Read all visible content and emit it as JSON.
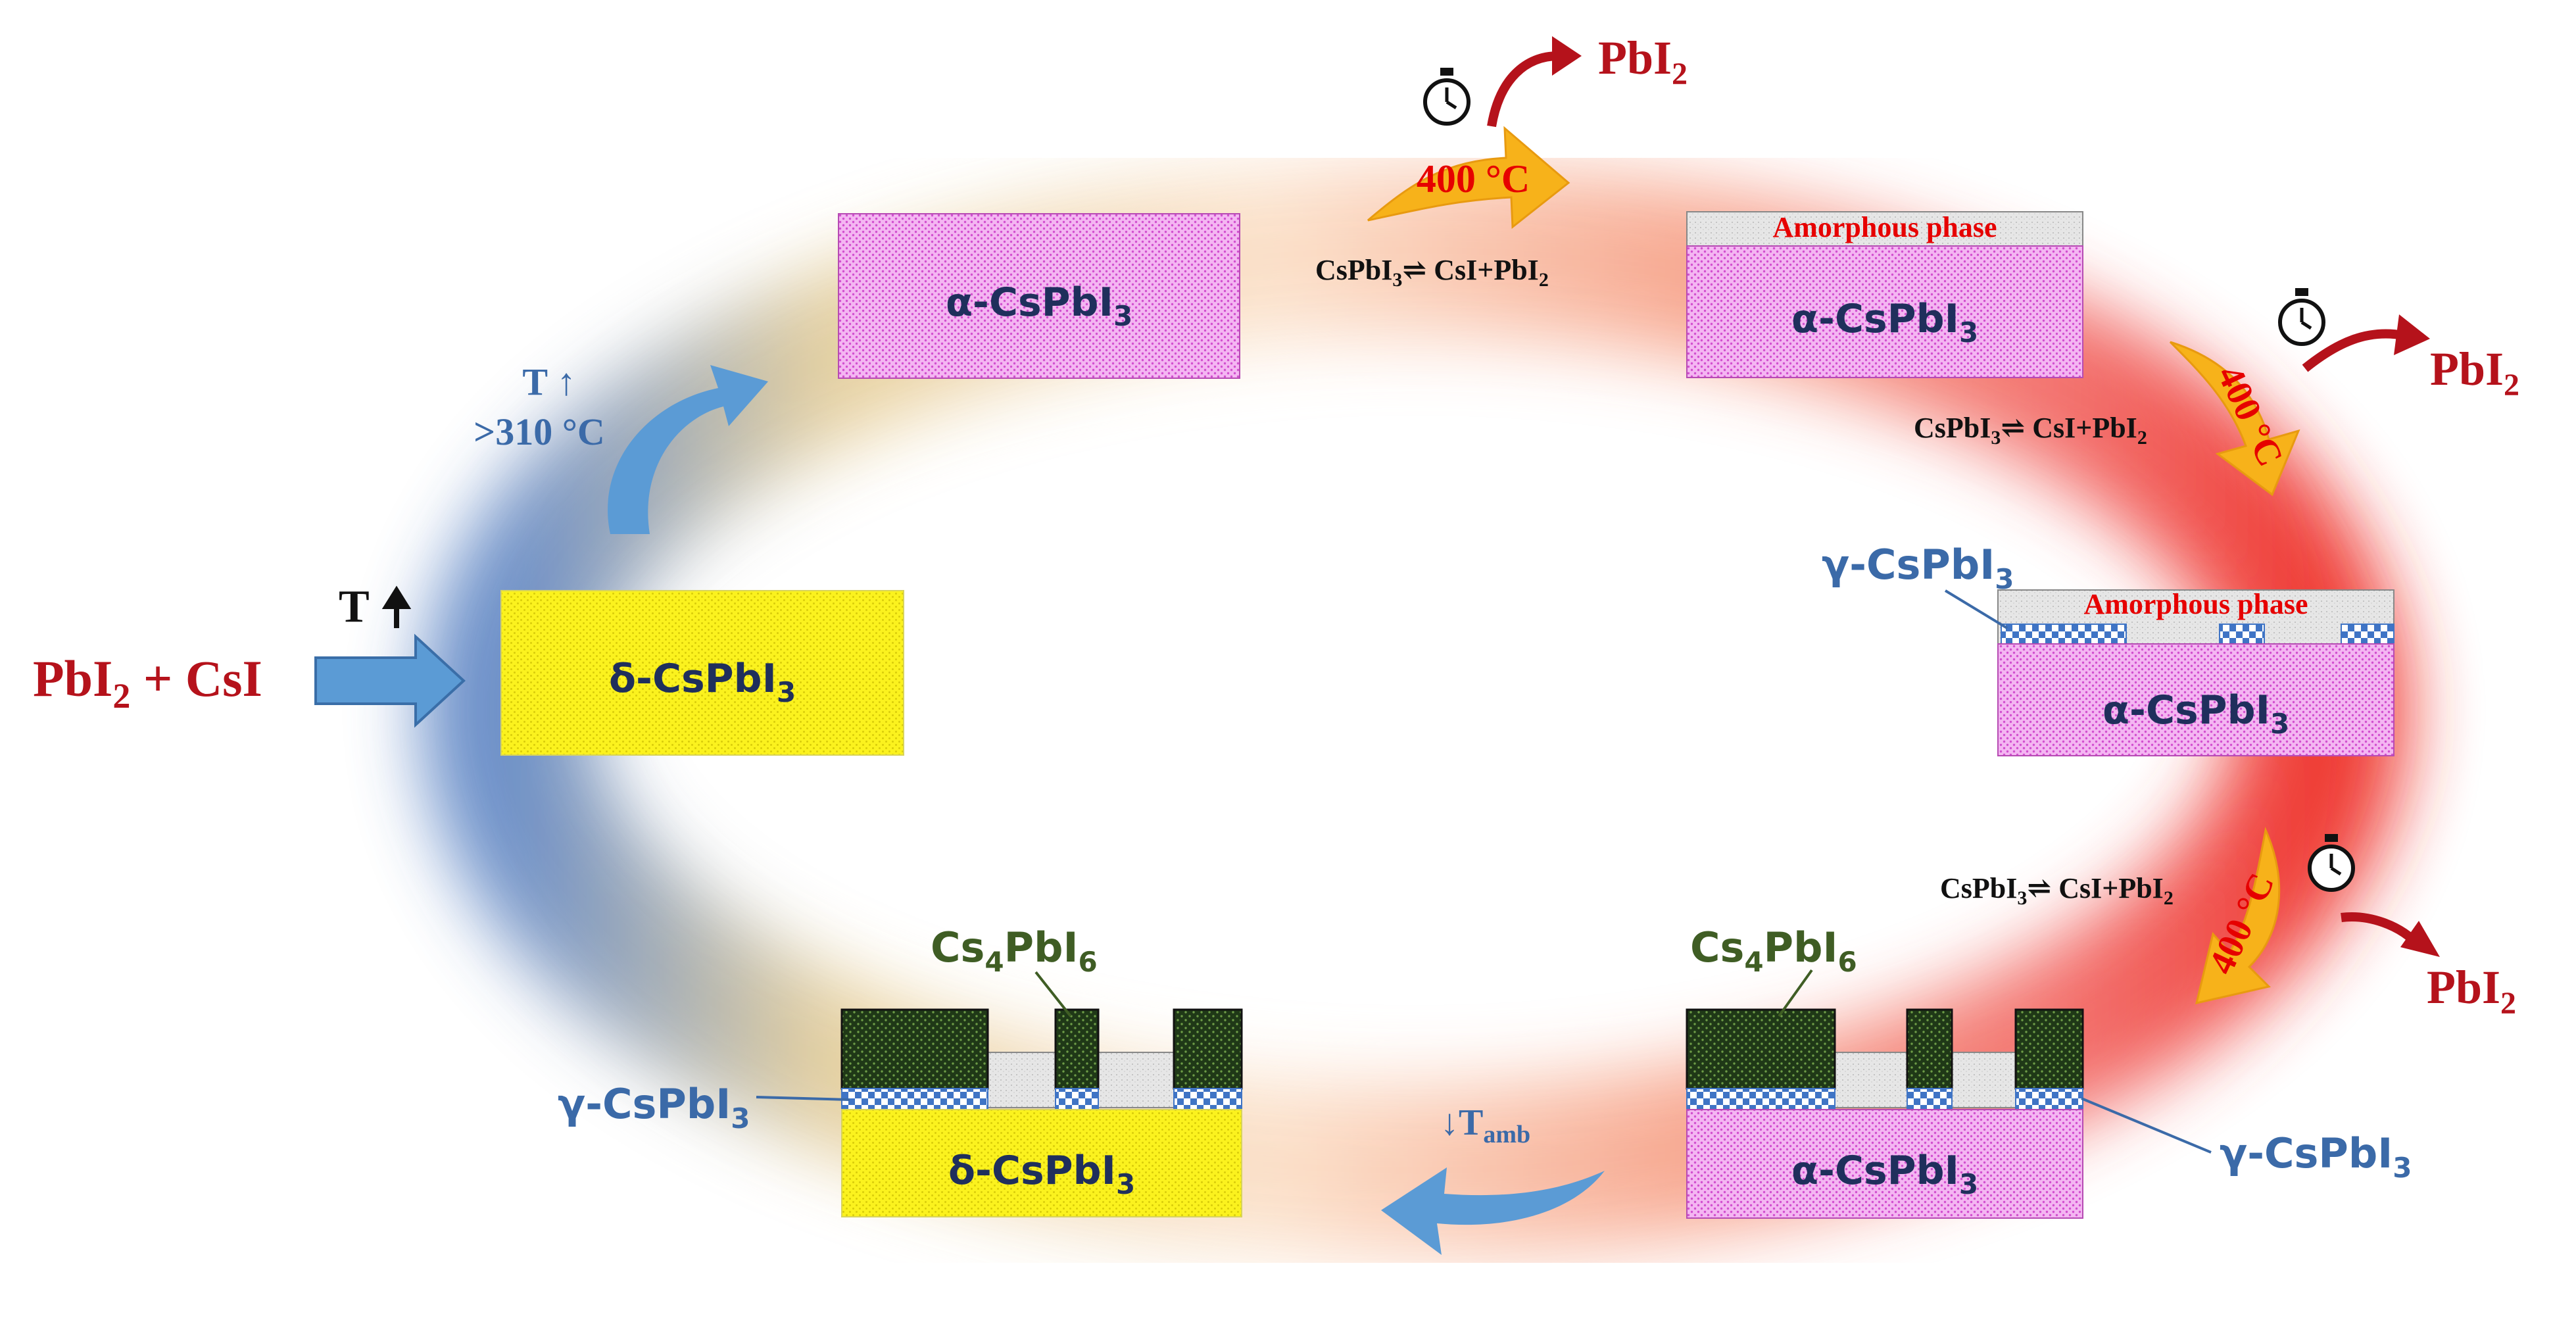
{
  "colors": {
    "red_text": "#b5121b",
    "blue_text": "#3b6aa8",
    "navy_text": "#1f2f5c",
    "green_text": "#3f5d24",
    "orange_arrow": "#f7b21a",
    "blue_arrow": "#5b9bd5",
    "magenta_fill": "#f2a9f0",
    "yellow_fill": "#fbf21e",
    "green_fill": "#223d1a",
    "amorphous_fill": "#e2e2e2"
  },
  "icons": [
    "stopwatch-icon",
    "curved-arrow-icon",
    "block-arrow-icon"
  ],
  "inputs": {
    "pbi2": "PbI",
    "pbi2_sub": "2",
    "plus_csi": " + CsI",
    "heat_label": "T"
  },
  "transition_first": {
    "line1": "T ↑",
    "line2": ">310 °C"
  },
  "phase": {
    "cspbi": "CsPbI",
    "sub3": "3",
    "alpha": "α-",
    "delta": "δ-",
    "gamma": "γ-",
    "cs4": "Cs",
    "cs4_sub": "4",
    "pbi6": "PbI",
    "pbi6_sub": "6",
    "amorphous": "Amorphous phase"
  },
  "decomposition": {
    "temperature": "400 °C",
    "product": "PbI",
    "product_sub": "2",
    "reaction_left": "CsPbI",
    "reaction_sub": "3",
    "reaction_right": "⇌ CsI+PbI",
    "reaction_right_sub": "2"
  },
  "cooling": {
    "arrow": "↓",
    "label": "T",
    "label_sub": "amb"
  }
}
